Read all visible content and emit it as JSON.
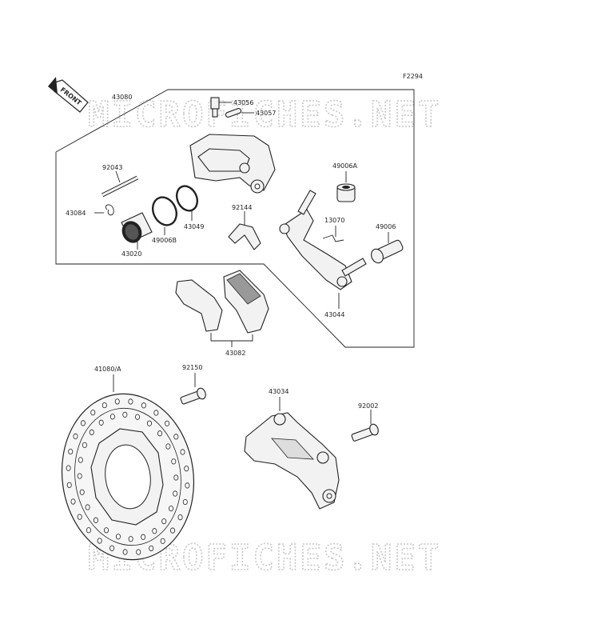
{
  "figure_code": "F2294",
  "front_label": "FRONT",
  "watermark": "MICROFICHES.NET",
  "parts": {
    "caliper_assy": "43080",
    "bleed_valve": "43056",
    "bleed_cap": "43057",
    "pin": "92043",
    "clip": "43084",
    "piston": "43020",
    "dust_seal": "49006B",
    "piston_seal": "43049",
    "pad_spring": "92144",
    "boot_a": "49006A",
    "spring_plate": "13070",
    "boot": "49006",
    "holder": "43044",
    "pad_set": "43082",
    "disc": "41080/A",
    "disc_bolt": "92150",
    "bracket": "43034",
    "bracket_bolt": "92002"
  }
}
